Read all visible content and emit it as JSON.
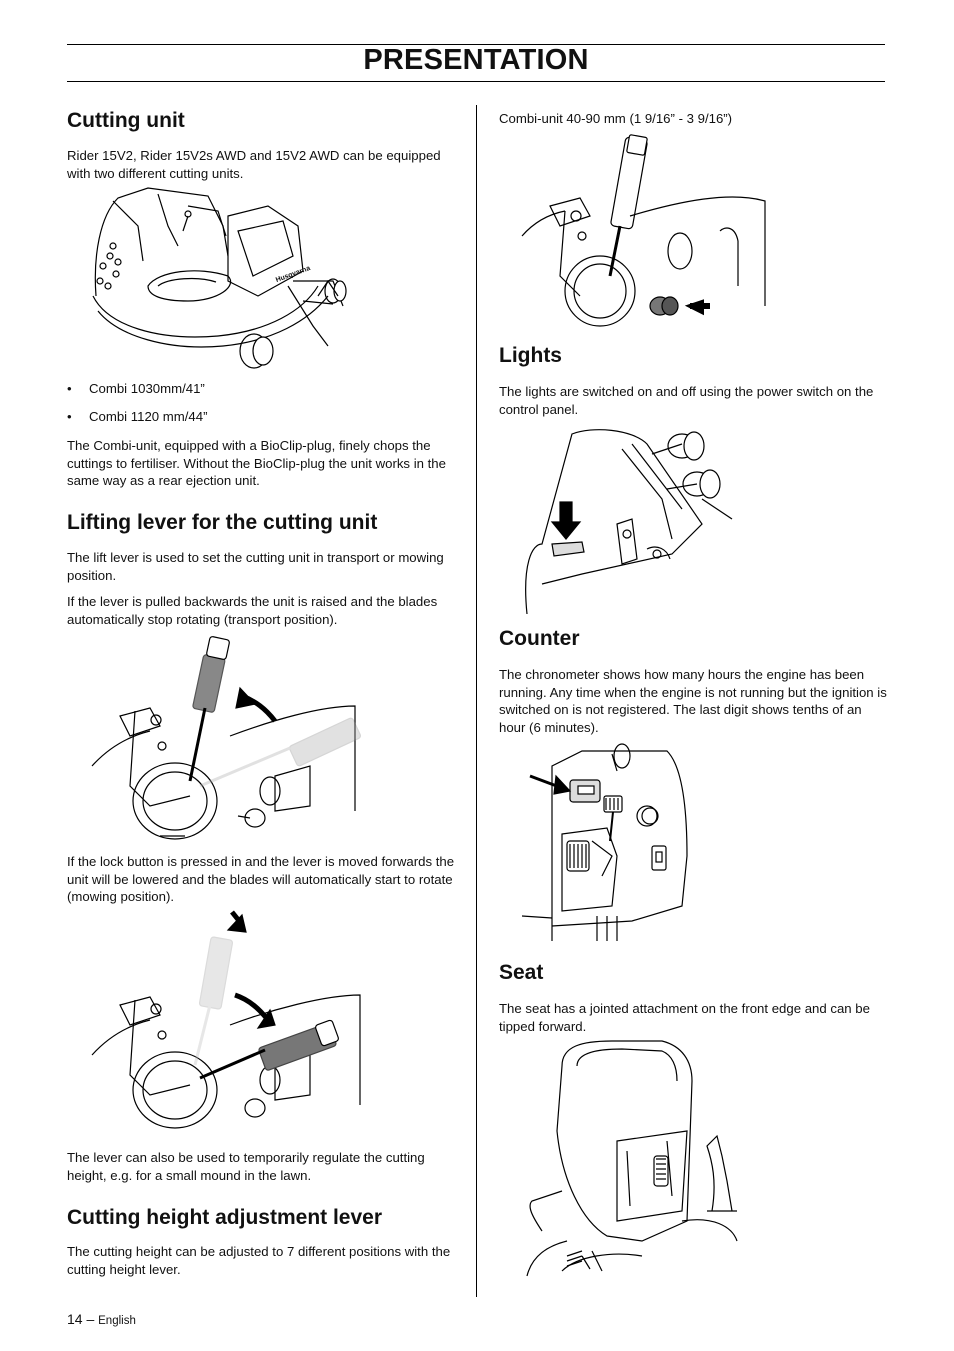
{
  "header": {
    "title": "PRESENTATION"
  },
  "left": {
    "cutting_unit": {
      "heading": "Cutting unit",
      "intro": "Rider 15V2, Rider 15V2s AWD and 15V2 AWD can be equipped with two different cutting units.",
      "bullets": [
        "Combi 1030mm/41”",
        "Combi 1120 mm/44”"
      ],
      "desc": "The Combi-unit, equipped with a BioClip-plug, finely chops the cuttings to fertiliser. Without the BioClip-plug the unit works in the same way as a rear ejection unit.",
      "figure_brand": "Husqvarna"
    },
    "lifting_lever": {
      "heading": "Lifting lever for the cutting unit",
      "p1": "The lift lever is used to set the cutting unit in transport or mowing position.",
      "p2": "If the lever is pulled backwards the unit is raised and the blades automatically stop rotating (transport position).",
      "p3": "If the lock button is pressed in and the lever is moved forwards the unit will be lowered and the blades will automatically start to rotate (mowing position).",
      "p4": "The lever can also be used to temporarily regulate the cutting height, e.g. for a small mound in the lawn."
    },
    "cutting_height": {
      "heading": "Cutting height adjustment lever",
      "p1": "The cutting height can be adjusted to 7 different positions with the cutting height lever."
    }
  },
  "right": {
    "combi_caption": "Combi-unit 40-90 mm (1 9/16” - 3 9/16”)",
    "lights": {
      "heading": "Lights",
      "p1": "The lights are switched on and off using the power switch on the control panel."
    },
    "counter": {
      "heading": "Counter",
      "p1": "The chronometer shows how many hours the engine has been running. Any time when the engine is not running but the ignition is switched on is not registered. The last digit shows tenths of an hour (6 minutes)."
    },
    "seat": {
      "heading": "Seat",
      "p1": "The seat has a jointed attachment on the front edge and can be tipped forward."
    }
  },
  "footer": {
    "page": "14 –",
    "language": "English"
  }
}
